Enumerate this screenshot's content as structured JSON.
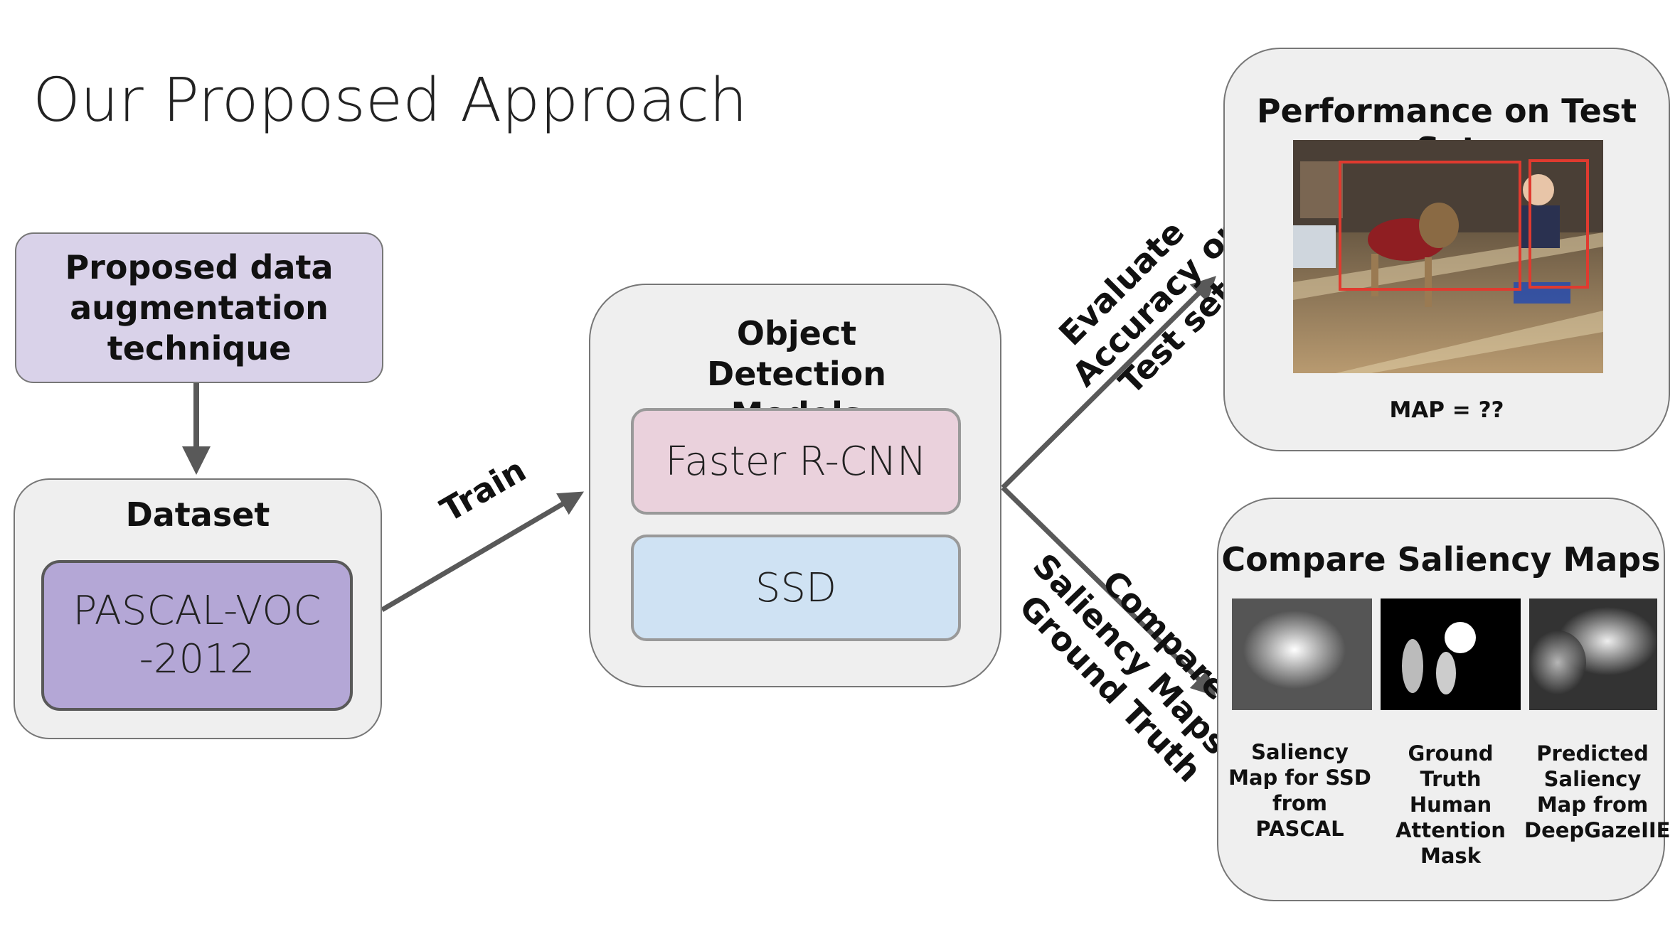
{
  "title": "Our Proposed Approach",
  "augmentation_box": {
    "label": "Proposed data augmentation technique"
  },
  "dataset_box": {
    "heading": "Dataset",
    "inner_label": "PASCAL-VOC-2012"
  },
  "models_box": {
    "heading": "Object Detection Models",
    "model_1": "Faster R-CNN",
    "model_2": "SSD"
  },
  "performance_box": {
    "heading": "Performance on Test Set",
    "metric": "MAP = ??"
  },
  "saliency_box": {
    "heading": "Compare Saliency Maps",
    "captions": [
      "Saliency Map for SSD from PASCAL",
      "Ground Truth Human Attention Mask",
      "Predicted Saliency Map from DeepGazeIIE"
    ]
  },
  "edge_labels": {
    "train": "Train",
    "evaluate_line1": "Evaluate",
    "evaluate_line2": "Accuracy on",
    "evaluate_line3": "Test set",
    "compare_line1": "Compare",
    "compare_line2": "Saliency Maps to",
    "compare_line3": "Ground Truth"
  },
  "colors": {
    "augmentation_fill": "#d9d2e9",
    "dataset_inner_fill": "#b4a7d6",
    "container_fill": "#efefef",
    "faster_rcnn_fill": "#ead1dc",
    "ssd_fill": "#cfe2f3",
    "arrow": "#595959",
    "bbox": "#e03a2f"
  }
}
